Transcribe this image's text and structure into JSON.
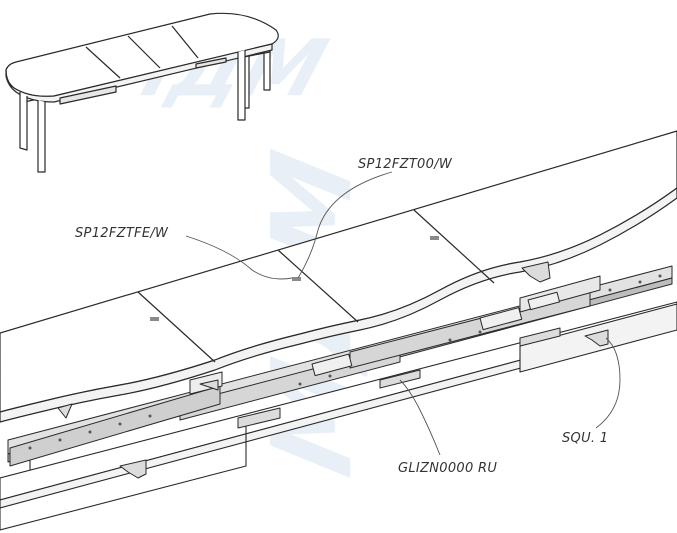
{
  "watermark": {
    "text": "МДМ",
    "color": "#d6e2f1"
  },
  "callouts": [
    {
      "id": "top-guide",
      "text": "SP12FZT00/W"
    },
    {
      "id": "end-guide",
      "text": "SP12FZTFE/W"
    },
    {
      "id": "bracket",
      "text": "SQU. 1"
    },
    {
      "id": "lock",
      "text": "GLIZN0000 RU"
    }
  ],
  "colors": {
    "line": "#2a2a2a",
    "tabletop_fill": "#ffffff",
    "edge_fill": "#f3f3f3",
    "metal_fill": "#e2e2e2",
    "metal_dark": "#8a8a8a",
    "leader": "#555555"
  }
}
